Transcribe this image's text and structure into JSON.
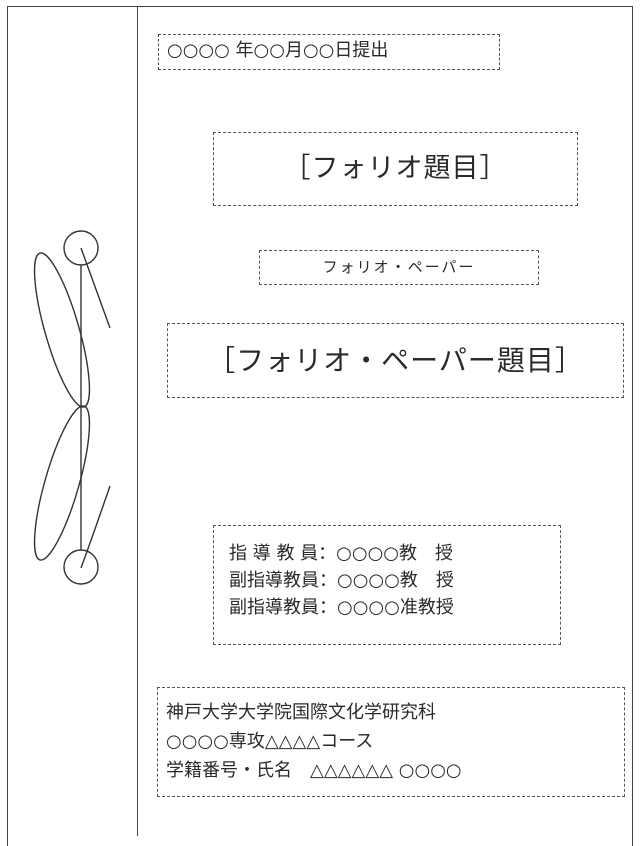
{
  "submission_date": "○○○○ 年○○月○○日提出",
  "folio_title": "［フォリオ題目］",
  "document_type": "フォリオ・ペーパー",
  "paper_title": "［フォリオ・ペーパー題目］",
  "advisors": [
    "指 導 教 員：○○○○教　授",
    "副指導教員：○○○○教　授",
    "副指導教員：○○○○准教授"
  ],
  "affiliation": {
    "graduate_school": "神戸大学大学院国際文化学研究科",
    "major_course": "○○○○専攻△△△△コース",
    "student_id_name": "学籍番号・氏名　△△△△△△ ○○○○"
  }
}
